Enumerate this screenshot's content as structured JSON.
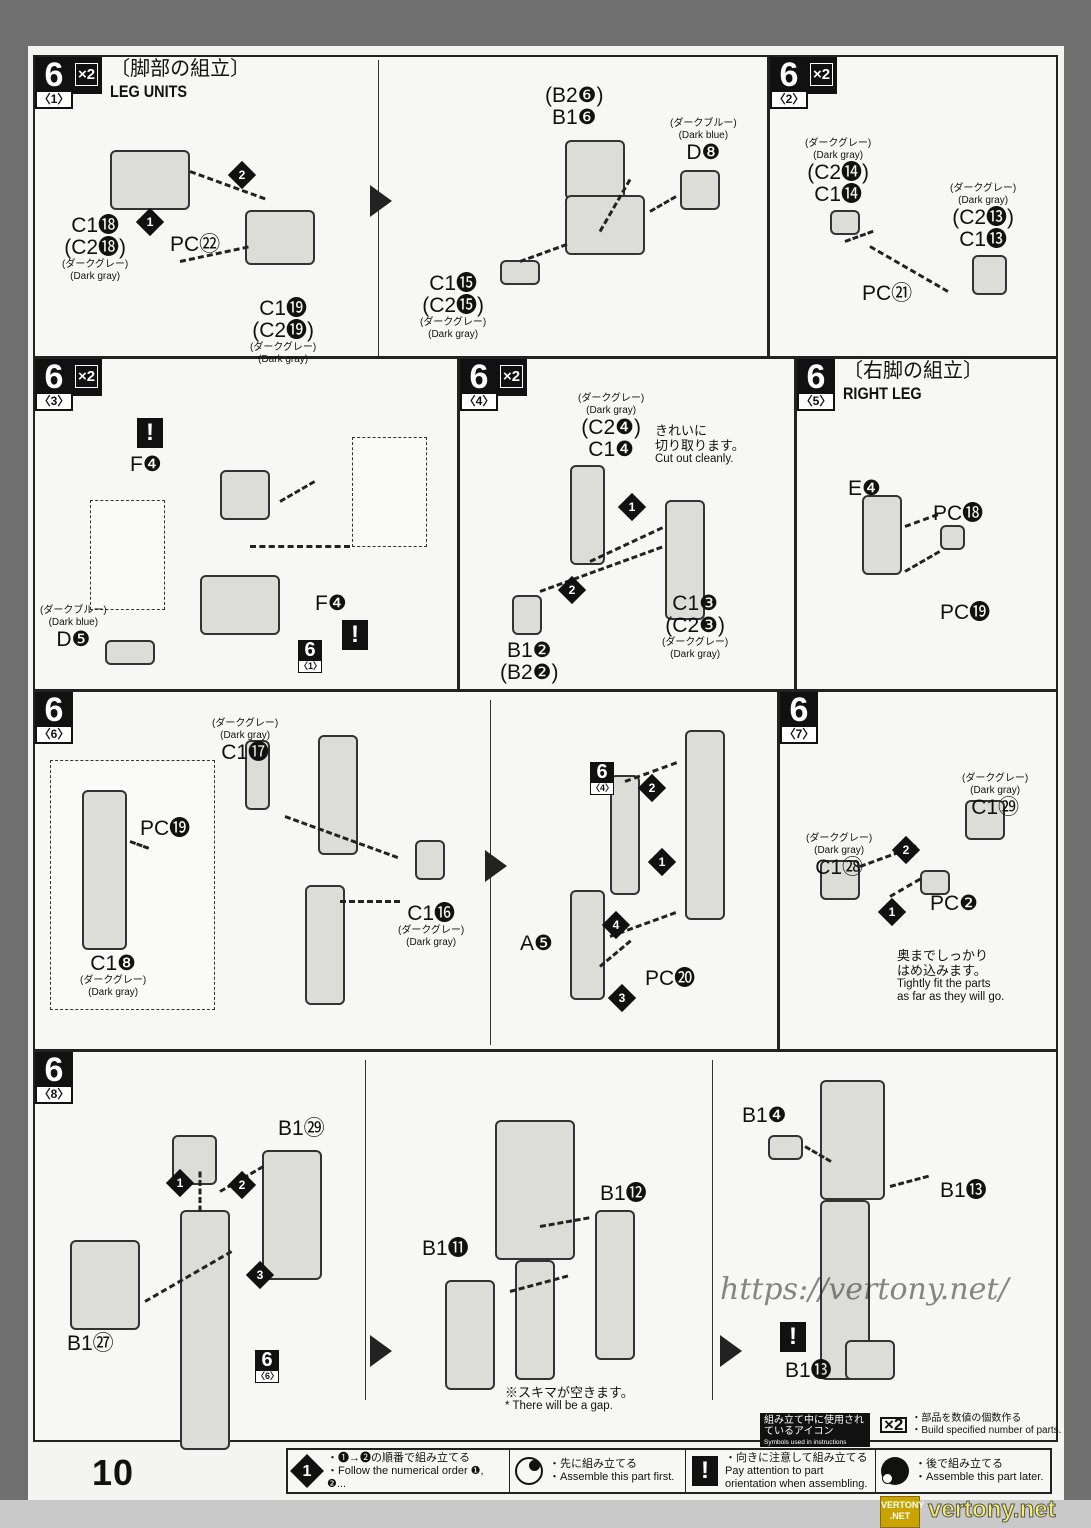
{
  "panels": [
    {
      "step": "6",
      "sub": "〈1〉",
      "x2": "×2",
      "title_jp": "〔脚部の組立〕",
      "title_en": "LEG UNITS",
      "labels": [
        {
          "kind": "part",
          "lines": [
            "C1⓲",
            "(C2⓲)",
            "(ダークグレー)",
            "(Dark gray)"
          ]
        },
        {
          "kind": "part",
          "lines": [
            "PC㉒"
          ]
        },
        {
          "kind": "part",
          "lines": [
            "C1⓳",
            "(C2⓳)",
            "(ダークグレー)",
            "(Dark gray)"
          ]
        },
        {
          "kind": "part",
          "lines": [
            "(B2❻)",
            "B1❻"
          ]
        },
        {
          "kind": "part",
          "lines": [
            "(ダークブルー)",
            "(Dark blue)",
            "D❽"
          ]
        },
        {
          "kind": "part",
          "lines": [
            "C1⓯",
            "(C2⓯)",
            "(ダークグレー)",
            "(Dark gray)"
          ]
        }
      ]
    },
    {
      "step": "6",
      "sub": "〈2〉",
      "x2": "×2",
      "title_jp": "",
      "title_en": "",
      "labels": [
        {
          "kind": "part",
          "lines": [
            "(ダークグレー)",
            "(Dark gray)",
            "(C2⓮)",
            "C1⓮"
          ]
        },
        {
          "kind": "part",
          "lines": [
            "(ダークグレー)",
            "(Dark gray)",
            "(C2⓭)",
            "C1⓭"
          ]
        },
        {
          "kind": "part",
          "lines": [
            "PC㉑"
          ]
        }
      ]
    },
    {
      "step": "6",
      "sub": "〈3〉",
      "x2": "×2",
      "title_jp": "",
      "title_en": "",
      "labels": [
        {
          "kind": "part",
          "lines": [
            "F❹"
          ]
        },
        {
          "kind": "part",
          "lines": [
            "F❹"
          ]
        },
        {
          "kind": "part",
          "lines": [
            "(ダークブルー)",
            "(Dark blue)",
            "D❺"
          ]
        }
      ]
    },
    {
      "step": "6",
      "sub": "〈4〉",
      "x2": "×2",
      "title_jp": "",
      "title_en": "",
      "labels": [
        {
          "kind": "part",
          "lines": [
            "(ダークグレー)",
            "(Dark gray)",
            "(C2❹)",
            "C1❹"
          ]
        },
        {
          "kind": "note",
          "lines": [
            "きれいに",
            "切り取ります。",
            "Cut out cleanly."
          ]
        },
        {
          "kind": "part",
          "lines": [
            "B1❷",
            "(B2❷)"
          ]
        },
        {
          "kind": "part",
          "lines": [
            "C1❸",
            "(C2❸)",
            "(ダークグレー)",
            "(Dark gray)"
          ]
        }
      ]
    },
    {
      "step": "6",
      "sub": "〈5〉",
      "x2": "",
      "title_jp": "〔右脚の組立〕",
      "title_en": "RIGHT LEG",
      "labels": [
        {
          "kind": "part",
          "lines": [
            "E❹"
          ]
        },
        {
          "kind": "part",
          "lines": [
            "PC⓲"
          ]
        },
        {
          "kind": "part",
          "lines": [
            "PC⓳"
          ]
        }
      ]
    },
    {
      "step": "6",
      "sub": "〈6〉",
      "x2": "",
      "title_jp": "",
      "title_en": "",
      "labels": [
        {
          "kind": "part",
          "lines": [
            "(ダークグレー)",
            "(Dark gray)",
            "C1⓱"
          ]
        },
        {
          "kind": "part",
          "lines": [
            "PC⓳"
          ]
        },
        {
          "kind": "part",
          "lines": [
            "C1❽",
            "(ダークグレー)",
            "(Dark gray)"
          ]
        },
        {
          "kind": "part",
          "lines": [
            "C1⓰",
            "(ダークグレー)",
            "(Dark gray)"
          ]
        },
        {
          "kind": "part",
          "lines": [
            "A❺"
          ]
        },
        {
          "kind": "part",
          "lines": [
            "PC⓴"
          ]
        }
      ]
    },
    {
      "step": "6",
      "sub": "〈7〉",
      "x2": "",
      "title_jp": "",
      "title_en": "",
      "labels": [
        {
          "kind": "part",
          "lines": [
            "(ダークグレー)",
            "(Dark gray)",
            "C1㉙"
          ]
        },
        {
          "kind": "part",
          "lines": [
            "(ダークグレー)",
            "(Dark gray)",
            "C1㉘"
          ]
        },
        {
          "kind": "part",
          "lines": [
            "PC❷"
          ]
        },
        {
          "kind": "note",
          "lines": [
            "奥までしっかり",
            "はめ込みます。",
            "Tightly fit the parts",
            "as far as they will go."
          ]
        }
      ]
    },
    {
      "step": "6",
      "sub": "〈8〉",
      "x2": "",
      "title_jp": "",
      "title_en": "",
      "labels": [
        {
          "kind": "part",
          "lines": [
            "B1㉙"
          ]
        },
        {
          "kind": "part",
          "lines": [
            "B1㉗"
          ]
        },
        {
          "kind": "part",
          "lines": [
            "B1⓫"
          ]
        },
        {
          "kind": "part",
          "lines": [
            "B1⓬"
          ]
        },
        {
          "kind": "note",
          "lines": [
            "※スキマが空きます。",
            "* There will be a gap."
          ]
        },
        {
          "kind": "part",
          "lines": [
            "B1❹"
          ]
        },
        {
          "kind": "part",
          "lines": [
            "B1⓭"
          ]
        },
        {
          "kind": "part",
          "lines": [
            "B1⓭"
          ]
        }
      ]
    }
  ],
  "refs": {
    "r1": {
      "step": "6",
      "sub": "〈1〉"
    },
    "r4": {
      "step": "6",
      "sub": "〈4〉"
    },
    "r6": {
      "step": "6",
      "sub": "〈6〉"
    }
  },
  "markers": {
    "one": "1",
    "two": "2",
    "three": "3",
    "four": "4"
  },
  "symbols": {
    "jp": "組み立て中に使用されているアイコン",
    "en": "Symbols used in instructions",
    "x2_icon": "×2",
    "x2_jp": "・部品を数値の個数作る",
    "x2_en": "・Build specified number of parts."
  },
  "legend": [
    {
      "icon": "numbered-diamond-icon",
      "glyph": "1",
      "jp": "・❶→❷の順番で組み立てる",
      "en": "・Follow the numerical order ❶, ❷..."
    },
    {
      "icon": "assemble-first-icon",
      "glyph": "",
      "jp": "・先に組み立てる",
      "en": "・Assemble this part first."
    },
    {
      "icon": "exclamation-icon",
      "glyph": "!",
      "jp": "・向きに注意して組み立てる",
      "en": "Pay attention to part orientation when assembling."
    },
    {
      "icon": "assemble-later-icon",
      "glyph": "",
      "jp": "・後で組み立てる",
      "en": "・Assemble this part later."
    }
  ],
  "page_number": "10",
  "watermark": {
    "url": "https://vertony.net/",
    "logo": "VERTONY .NET",
    "site": "vertony.net"
  }
}
